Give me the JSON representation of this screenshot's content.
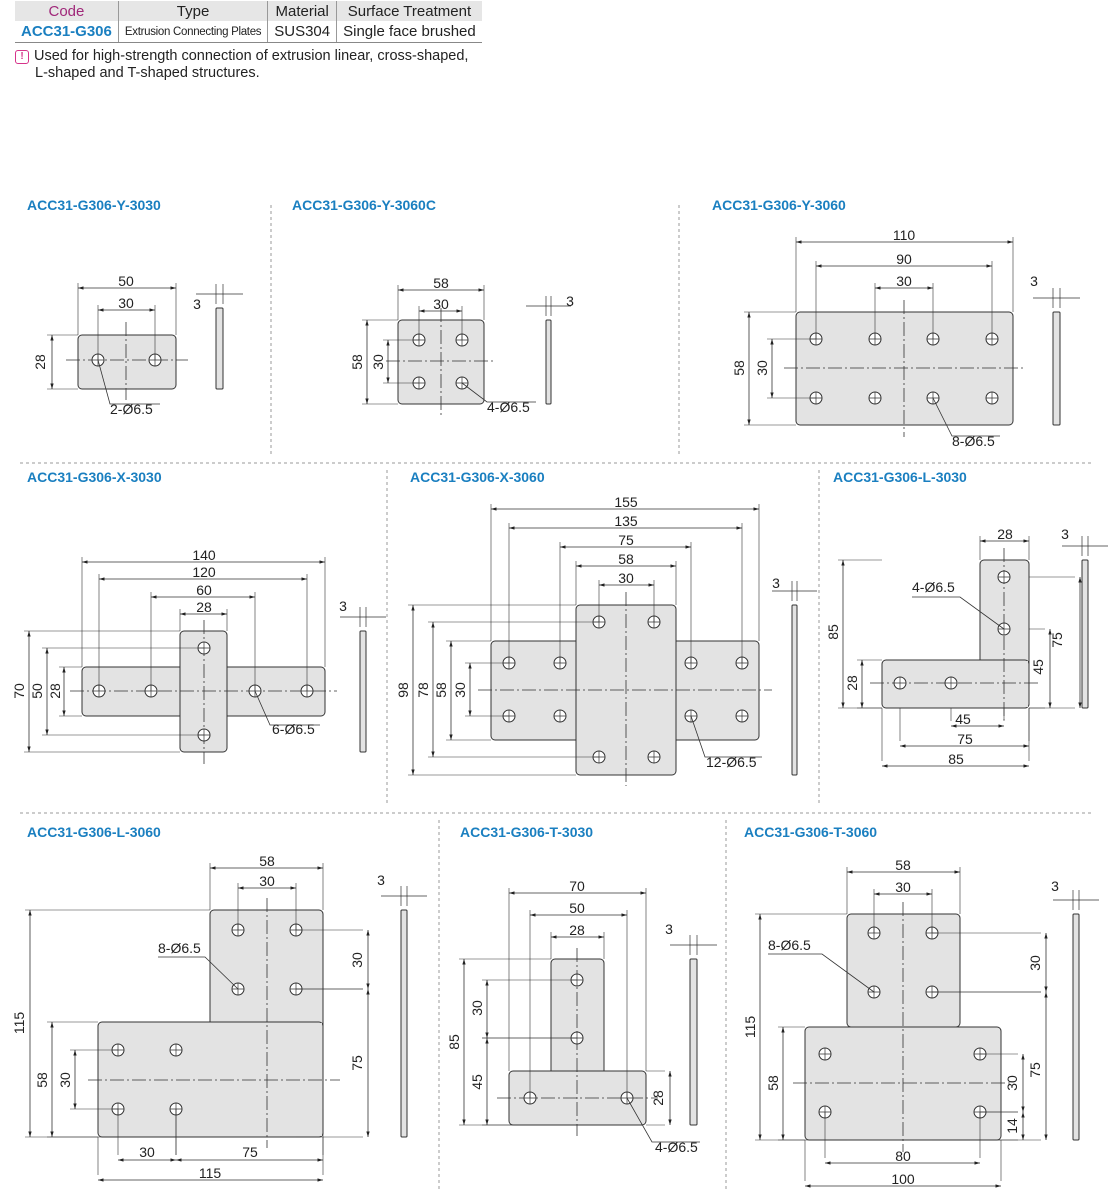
{
  "spec_table": {
    "headers": [
      "Code",
      "Type",
      "Material",
      "Surface Treatment"
    ],
    "row": [
      "ACC31-G306",
      "Extrusion Connecting Plates",
      "SUS304",
      "Single face brushed"
    ]
  },
  "note": {
    "icon": "exclamation-icon",
    "line1": "Used for high-strength connection of extrusion linear, cross-shaped,",
    "line2": "L-shaped and T-shaped structures."
  },
  "parts": [
    {
      "title": "ACC31-G306-Y-3030",
      "dims": [
        "50",
        "30",
        "28",
        "3"
      ],
      "holes": "2-Ø6.5"
    },
    {
      "title": "ACC31-G306-Y-3060C",
      "dims": [
        "58",
        "30",
        "58",
        "30",
        "3"
      ],
      "holes": "4-Ø6.5"
    },
    {
      "title": "ACC31-G306-Y-3060",
      "dims": [
        "110",
        "90",
        "30",
        "58",
        "30",
        "3"
      ],
      "holes": "8-Ø6.5"
    },
    {
      "title": "ACC31-G306-X-3030",
      "dims": [
        "140",
        "120",
        "60",
        "28",
        "70",
        "50",
        "28",
        "3"
      ],
      "holes": "6-Ø6.5"
    },
    {
      "title": "ACC31-G306-X-3060",
      "dims": [
        "155",
        "135",
        "75",
        "58",
        "30",
        "98",
        "78",
        "58",
        "30",
        "3"
      ],
      "holes": "12-Ø6.5"
    },
    {
      "title": "ACC31-G306-L-3030",
      "dims": [
        "28",
        "85",
        "28",
        "75",
        "45",
        "45",
        "75",
        "85",
        "3"
      ],
      "holes": "4-Ø6.5"
    },
    {
      "title": "ACC31-G306-L-3060",
      "dims": [
        "58",
        "30",
        "115",
        "58",
        "30",
        "30",
        "75",
        "30",
        "75",
        "115",
        "3"
      ],
      "holes": "8-Ø6.5"
    },
    {
      "title": "ACC31-G306-T-3030",
      "dims": [
        "70",
        "50",
        "28",
        "85",
        "30",
        "45",
        "28",
        "3"
      ],
      "holes": "4-Ø6.5"
    },
    {
      "title": "ACC31-G306-T-3060",
      "dims": [
        "58",
        "30",
        "115",
        "58",
        "30",
        "75",
        "30",
        "14",
        "80",
        "100",
        "3"
      ],
      "holes": "8-Ø6.5"
    }
  ]
}
